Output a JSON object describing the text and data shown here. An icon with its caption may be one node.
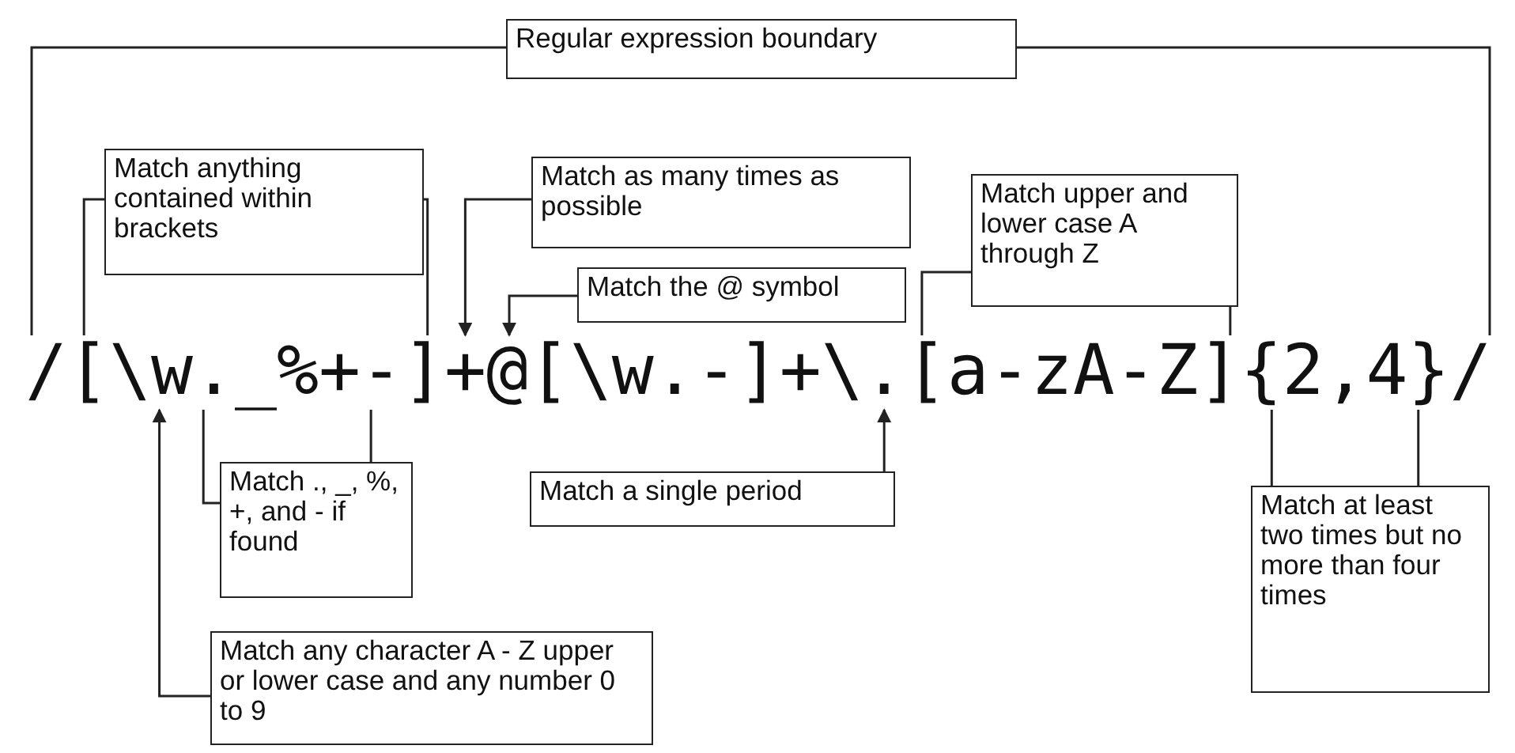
{
  "diagram": {
    "nodes": [
      {
        "text": [
          "Regular expression boundary"
        ]
      },
      {
        "text": [
          "Match anything contained within brackets"
        ]
      },
      {
        "text": [
          "Match as many times as possible"
        ]
      },
      {
        "text": [
          "Match the @ symbol"
        ]
      },
      {
        "text": [
          "Match upper and lower case A through Z"
        ]
      },
      {
        "text": [
          "/"
        ]
      },
      {
        "text": [
          "["
        ]
      },
      {
        "text": [
          "\\w"
        ]
      },
      {
        "text": [
          "._%+-"
        ]
      },
      {
        "text": [
          "]"
        ]
      },
      {
        "text": [
          "+"
        ]
      },
      {
        "text": [
          "@"
        ]
      },
      {
        "text": [
          "[\\w.-]+\\"
        ]
      },
      {
        "text": [
          "."
        ]
      },
      {
        "text": [
          "[a-zA-Z]"
        ]
      },
      {
        "text": [
          "{2,4}"
        ]
      },
      {
        "text": [
          "/"
        ]
      },
      {
        "text": [
          "Match ., _, %, +, and - if found"
        ]
      },
      {
        "text": [
          "Match a single period"
        ]
      },
      {
        "text": [
          "Match at least two times but no more than four times"
        ]
      },
      {
        "text": [
          "Match any character A - Z upper or lower case and any number 0 to 9"
        ]
      }
    ],
    "edges": [
      {
        "from": 0,
        "to": 5,
        "arrow": "none"
      },
      {
        "from": 0,
        "to": 16,
        "arrow": "none"
      },
      {
        "from": 1,
        "to": 6,
        "arrow": "none"
      },
      {
        "from": 1,
        "to": 9,
        "arrow": "none"
      },
      {
        "from": 2,
        "to": 10,
        "arrow": "to"
      },
      {
        "from": 3,
        "to": 11,
        "arrow": "to"
      },
      {
        "from": 4,
        "to": 14,
        "arrow": "none"
      },
      {
        "from": 4,
        "to": 14,
        "arrow": "none"
      },
      {
        "from": 17,
        "to": 8,
        "arrow": "none"
      },
      {
        "from": 17,
        "to": 8,
        "arrow": "none"
      },
      {
        "from": 18,
        "to": 13,
        "arrow": "to"
      },
      {
        "from": 19,
        "to": 15,
        "arrow": "none"
      },
      {
        "from": 19,
        "to": 15,
        "arrow": "none"
      },
      {
        "from": 20,
        "to": 7,
        "arrow": "to"
      }
    ]
  }
}
